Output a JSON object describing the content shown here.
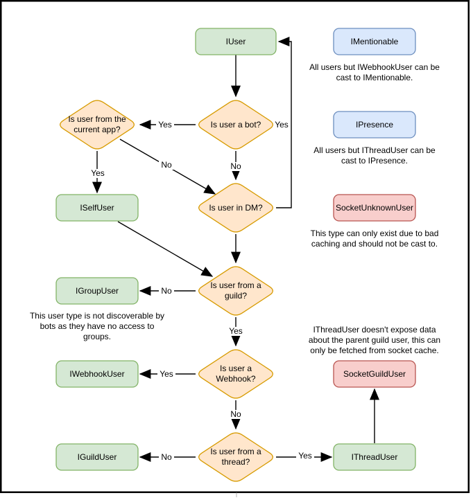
{
  "colors": {
    "green_fill": "#d5e8d4",
    "green_stroke": "#82b366",
    "orange_fill": "#ffe6cc",
    "orange_stroke": "#d79b00",
    "blue_fill": "#dae8fc",
    "blue_stroke": "#6c8ebf",
    "red_fill": "#f8cecc",
    "red_stroke": "#b85450",
    "edge_stroke": "#000000",
    "border": "#000000"
  },
  "nodes": {
    "iuser": "IUser",
    "imentionable": "IMentionable",
    "ipresence": "IPresence",
    "socket_unknown_user": "SocketUnknownUser",
    "iself_user": "ISelfUser",
    "igroup_user": "IGroupUser",
    "iwebhook_user": "IWebhookUser",
    "iguild_user": "IGuildUser",
    "socket_guild_user": "SocketGuildUser",
    "ithread_user": "IThreadUser"
  },
  "decisions": {
    "is_bot": {
      "line1": "Is user a bot?"
    },
    "from_current_app": {
      "line1": "Is user from the",
      "line2": "current app?"
    },
    "in_dm": {
      "line1": "Is user in DM?"
    },
    "from_guild": {
      "line1": "Is user from a",
      "line2": "guild?"
    },
    "is_webhook": {
      "line1": "Is user a",
      "line2": "Webhook?"
    },
    "from_thread": {
      "line1": "Is user from a",
      "line2": "thread?"
    }
  },
  "edge_labels": {
    "bot_yes": "Yes",
    "bot_no": "No",
    "app_yes": "Yes",
    "app_no": "No",
    "dm_yes": "Yes",
    "guild_no": "No",
    "guild_yes": "Yes",
    "webhook_yes": "Yes",
    "webhook_no": "No",
    "thread_no": "No",
    "thread_yes": "Yes"
  },
  "notes": {
    "mentionable": {
      "line1": "All users but IWebhookUser can be",
      "line2": "cast to IMentionable."
    },
    "presence": {
      "line1": "All users but IThreadUser can be",
      "line2": "cast to IPresence."
    },
    "unknown_user": {
      "line1": "This type can only exist due to bad",
      "line2": "caching and should not be cast to."
    },
    "group_user": {
      "line1": "This user type is not discoverable by",
      "line2": "bots as they have no access to",
      "line3": "groups."
    },
    "thread_user": {
      "line1": "IThreadUser doesn't expose data",
      "line2": "about the parent guild user, this can",
      "line3": "only be fetched from socket cache."
    }
  }
}
